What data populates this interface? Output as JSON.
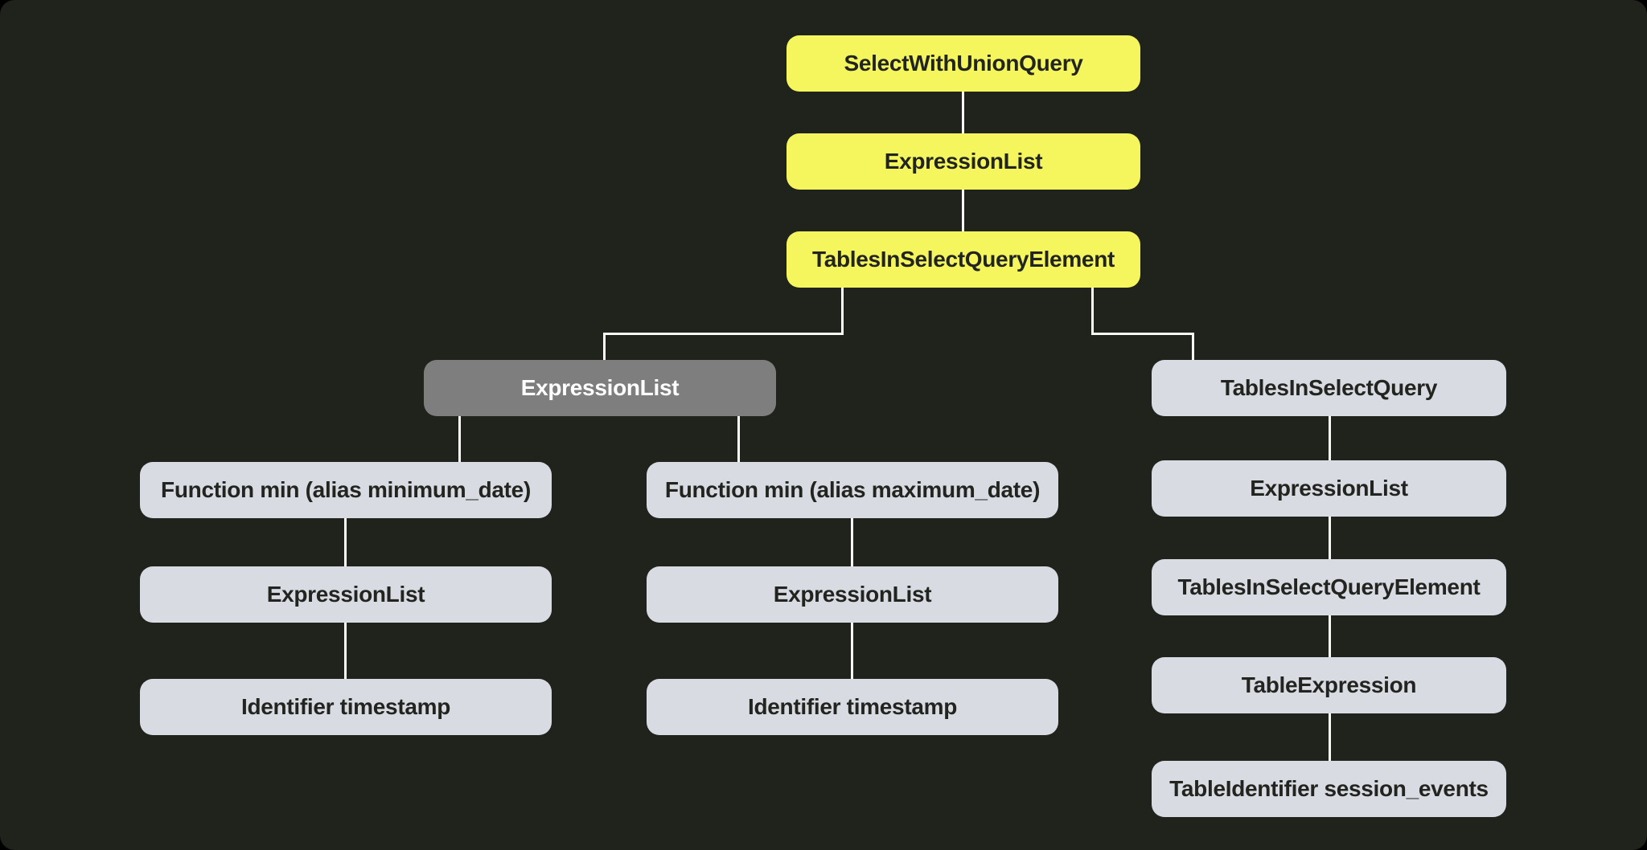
{
  "theme": {
    "background": "#20221c",
    "frame": "#000000",
    "node_yellow": "#f5f65e",
    "node_light": "#d8dbe2",
    "node_selected": "#7e7e7e",
    "edge": "#fbfbf8",
    "text_dark": "#22241f",
    "text_light": "#ffffff"
  },
  "nodes": {
    "n0": {
      "label": "SelectWithUnionQuery",
      "variant": "yellow"
    },
    "n1": {
      "label": "ExpressionList",
      "variant": "yellow"
    },
    "n2": {
      "label": "TablesInSelectQueryElement",
      "variant": "yellow"
    },
    "n3": {
      "label": "ExpressionList",
      "variant": "selected"
    },
    "n4": {
      "label": "TablesInSelectQuery",
      "variant": "light"
    },
    "n5": {
      "label": "Function min (alias minimum_date)",
      "variant": "light"
    },
    "n6": {
      "label": "Function min (alias maximum_date)",
      "variant": "light"
    },
    "n7": {
      "label": "ExpressionList",
      "variant": "light"
    },
    "n8": {
      "label": "ExpressionList",
      "variant": "light"
    },
    "n9": {
      "label": "ExpressionList",
      "variant": "light"
    },
    "n10": {
      "label": "TablesInSelectQueryElement",
      "variant": "light"
    },
    "n11": {
      "label": "Identifier timestamp",
      "variant": "light"
    },
    "n12": {
      "label": "Identifier timestamp",
      "variant": "light"
    },
    "n13": {
      "label": "TableExpression",
      "variant": "light"
    },
    "n14": {
      "label": "TableIdentifier session_events",
      "variant": "light"
    }
  },
  "edges": [
    {
      "from": "n0",
      "to": "n1"
    },
    {
      "from": "n1",
      "to": "n2"
    },
    {
      "from": "n2",
      "to": "n3"
    },
    {
      "from": "n2",
      "to": "n4"
    },
    {
      "from": "n3",
      "to": "n5"
    },
    {
      "from": "n3",
      "to": "n6"
    },
    {
      "from": "n5",
      "to": "n8"
    },
    {
      "from": "n8",
      "to": "n11"
    },
    {
      "from": "n6",
      "to": "n9"
    },
    {
      "from": "n9",
      "to": "n12"
    },
    {
      "from": "n4",
      "to": "n7"
    },
    {
      "from": "n7",
      "to": "n10"
    },
    {
      "from": "n10",
      "to": "n13"
    },
    {
      "from": "n13",
      "to": "n14"
    }
  ]
}
